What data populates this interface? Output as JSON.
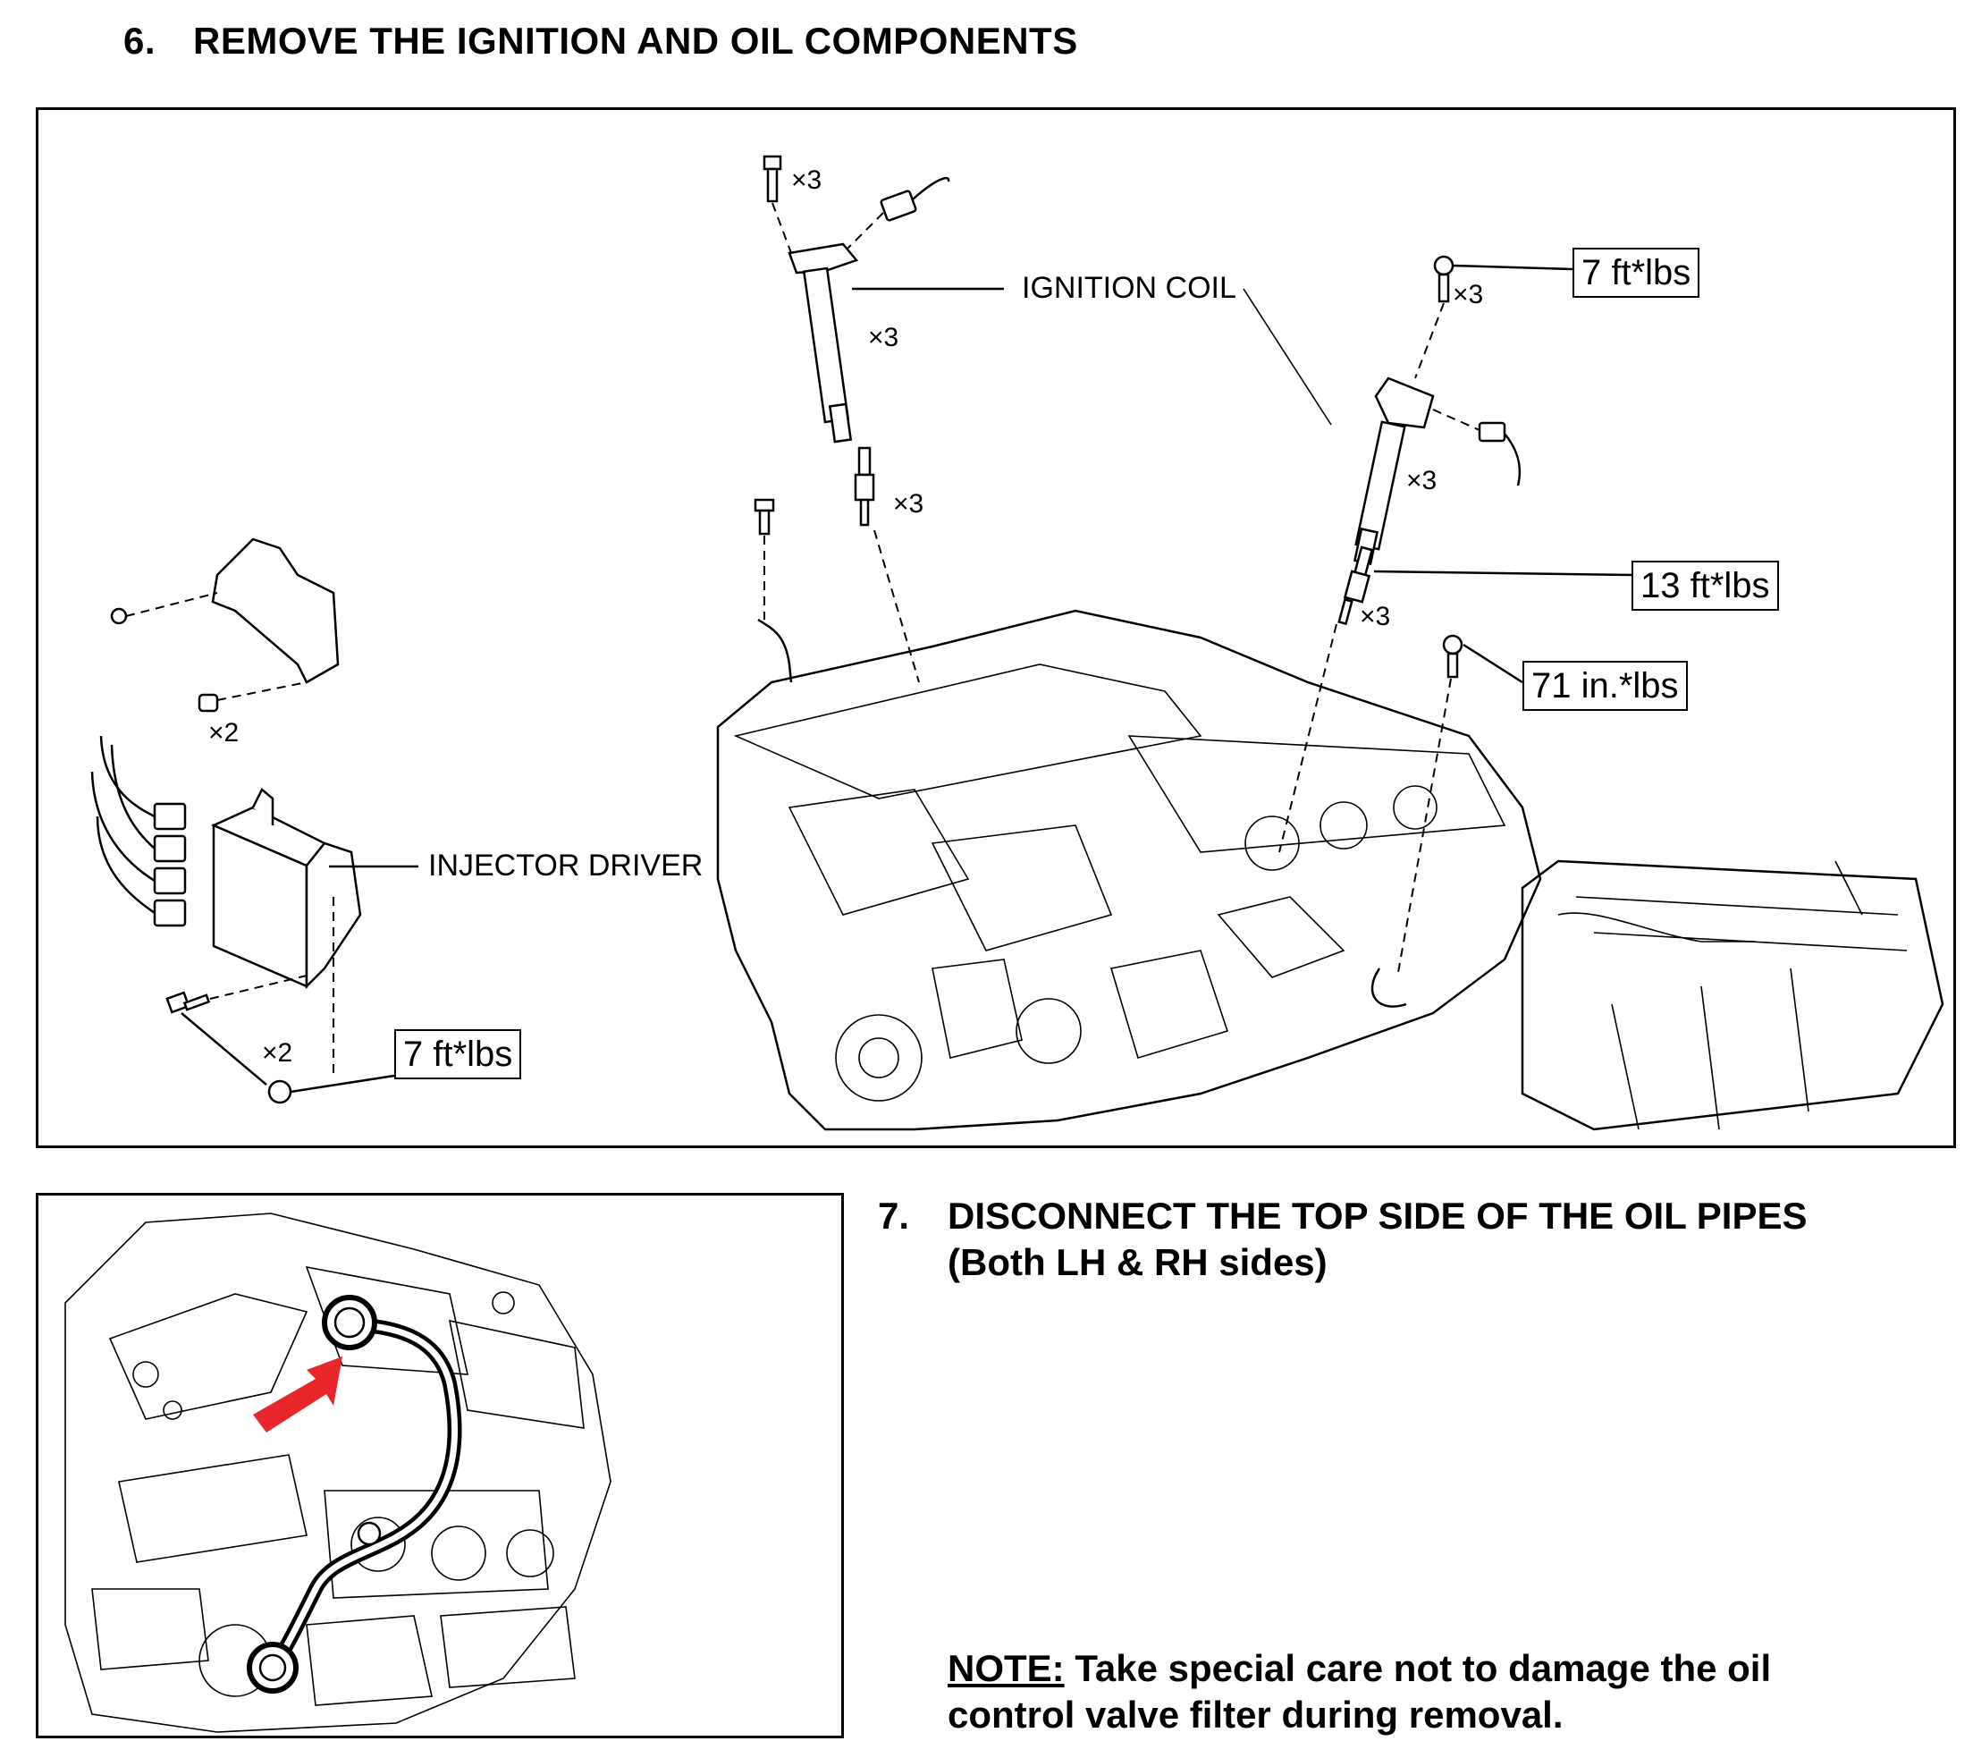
{
  "step6": {
    "number": "6.",
    "title": "REMOVE THE IGNITION AND OIL COMPONENTS",
    "labels": {
      "ignition_coil": "IGNITION COIL",
      "injector_driver": "INJECTOR DRIVER"
    },
    "quantities": {
      "bolt_top": "×3",
      "coil_left": "×3",
      "bolt_right": "×3",
      "coil_right": "×3",
      "plug_left": "×3",
      "plug_right": "×3",
      "nut_cover": "×2",
      "bolt_driver": "×2"
    },
    "torques": {
      "coil_bolt": "7 ft*lbs",
      "spark_plug": "13 ft*lbs",
      "bracket_bolt": "71 in.*lbs",
      "driver_bolt": "7 ft*lbs"
    }
  },
  "step7": {
    "number": "7.",
    "title_line1": "DISCONNECT THE TOP SIDE OF THE OIL PIPES",
    "title_line2": "(Both LH & RH sides)",
    "note_label": "NOTE:",
    "note_text_line1": " Take special care not to damage the oil",
    "note_text_line2": "control valve filter during removal.",
    "arrow_color": "#e8262a"
  }
}
